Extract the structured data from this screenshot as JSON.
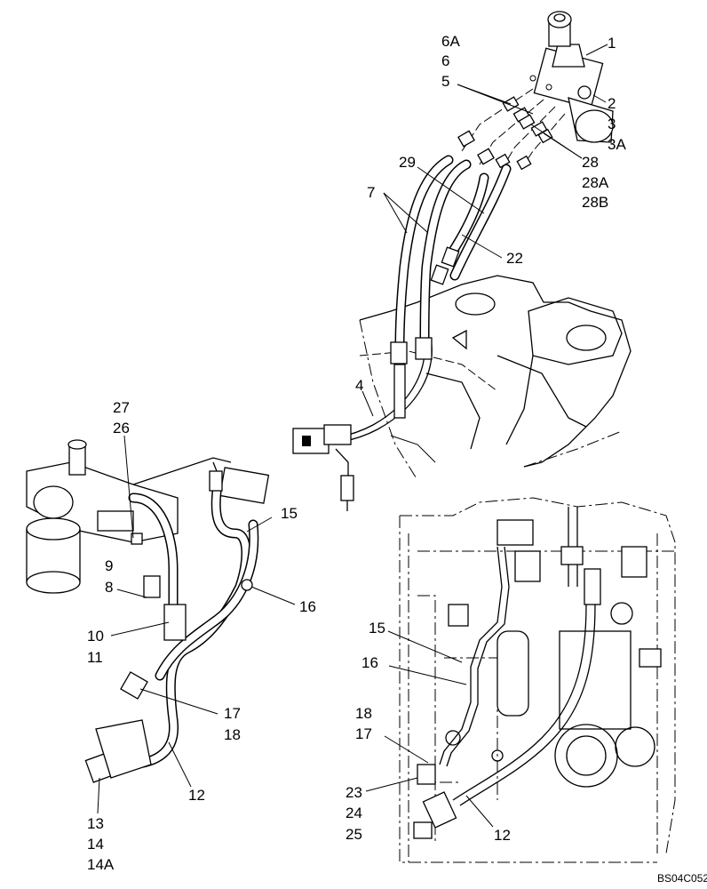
{
  "diagram": {
    "drawing_code": "BS04C052",
    "top_view_callouts": [
      "6A",
      "6",
      "5",
      "1",
      "2",
      "3",
      "3A",
      "28",
      "28A",
      "28B",
      "29",
      "7",
      "22",
      "4"
    ],
    "left_view_callouts": [
      "27",
      "26",
      "9",
      "8",
      "10",
      "11",
      "15",
      "16",
      "17",
      "18",
      "12",
      "13",
      "14",
      "14A"
    ],
    "right_view_callouts": [
      "15",
      "16",
      "18",
      "17",
      "23",
      "24",
      "25",
      "12"
    ]
  }
}
